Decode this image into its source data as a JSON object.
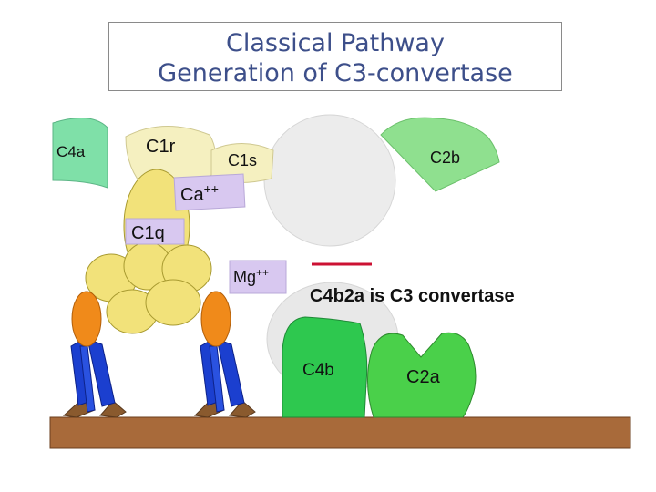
{
  "title": {
    "line1": "Classical Pathway",
    "line2": "Generation of C3-convertase"
  },
  "labels": {
    "c4a": "C4a",
    "c1r": "C1r",
    "c1s": "C1s",
    "c2b": "C2b",
    "ca": "Ca",
    "ca_sup": "++",
    "c1q": "C1q",
    "mg": "Mg",
    "mg_sup": "++",
    "statement": "C4b2a is C3 convertase",
    "c4b": "C4b",
    "c2a": "C2a"
  },
  "colors": {
    "title_text": "#3d4f8a",
    "c4a_fill": "#7fe0a8",
    "c2b_fill": "#8fe08f",
    "c1_fill": "#f0e68c",
    "c1q_fill": "#f2e27a",
    "cation_fill": "#d8c8f0",
    "grey_shape": "#ececec",
    "c4b_fill": "#2ec84f",
    "c2a_fill": "#4ad04a",
    "membrane": "#a86a3a",
    "red_line": "#cc1133",
    "antigen_orange": "#f08a1a",
    "antibody_blue": "#1b3fcf"
  }
}
